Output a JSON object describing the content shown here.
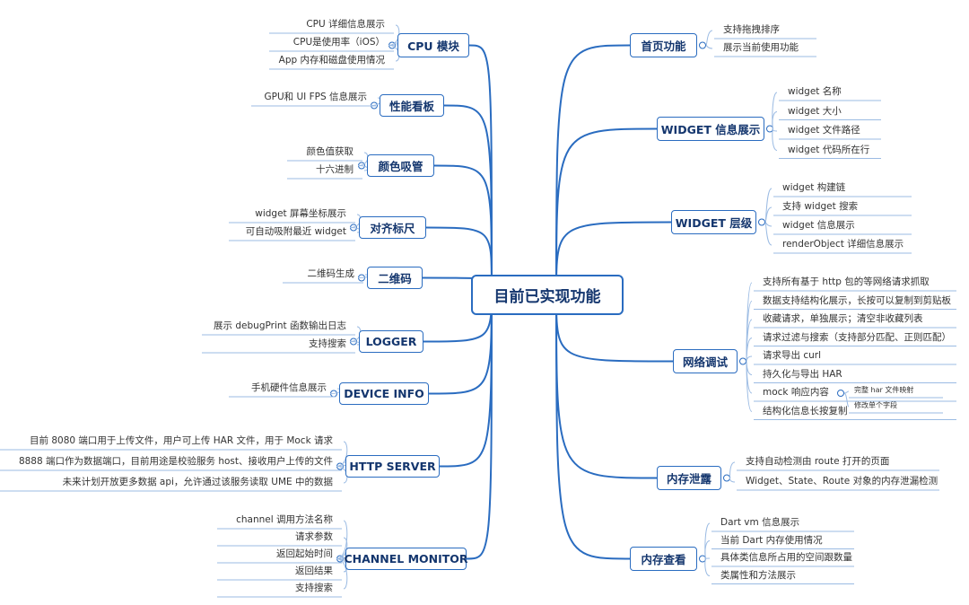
{
  "center": "目前已实现功能",
  "left_branches": [
    {
      "label": "CPU 模块",
      "items": [
        "CPU 详细信息展示",
        "CPU是使用率（iOS）",
        "App 内存和磁盘使用情况"
      ]
    },
    {
      "label": "性能看板",
      "items": [
        "GPU和 UI FPS 信息展示"
      ]
    },
    {
      "label": "颜色吸管",
      "items": [
        "颜色值获取",
        "十六进制"
      ]
    },
    {
      "label": "对齐标尺",
      "items": [
        "widget 屏幕坐标展示",
        "可自动吸附最近 widget"
      ]
    },
    {
      "label": "二维码",
      "items": [
        "二维码生成"
      ]
    },
    {
      "label": "LOGGER",
      "items": [
        "展示 debugPrint 函数输出日志",
        "支持搜索"
      ]
    },
    {
      "label": "DEVICE INFO",
      "items": [
        "手机硬件信息展示"
      ]
    },
    {
      "label": "HTTP SERVER",
      "items": [
        "目前 8080 端口用于上传文件，用户可上传 HAR 文件，用于 Mock 请求",
        "8888 端口作为数据端口，目前用途是校验服务 host、接收用户上传的文件",
        "未来计划开放更多数据 api，允许通过该服务读取 UME 中的数据"
      ]
    },
    {
      "label": "CHANNEL MONITOR",
      "items": [
        "channel 调用方法名称",
        "请求参数",
        "返回起始时间",
        "返回结果",
        "支持搜索"
      ]
    }
  ],
  "right_branches": [
    {
      "label": "首页功能",
      "items": [
        "支持拖拽排序",
        "展示当前使用功能"
      ]
    },
    {
      "label": "WIDGET 信息展示",
      "items": [
        "widget 名称",
        "widget 大小",
        "widget 文件路径",
        "widget 代码所在行"
      ]
    },
    {
      "label": "WIDGET 层级",
      "items": [
        "widget 构建链",
        "支持 widget 搜索",
        "widget 信息展示",
        "renderObject 详细信息展示"
      ]
    },
    {
      "label": "网络调试",
      "items": [
        "支持所有基于 http 包的等网络请求抓取",
        "数据支持结构化展示，长按可以复制到剪贴板",
        "收藏请求，单独展示；清空非收藏列表",
        "请求过滤与搜索（支持部分匹配、正则匹配）",
        "请求导出 curl",
        "持久化与导出 HAR",
        "mock 响应内容",
        "结构化信息长按复制"
      ],
      "mock_sub": [
        "完整 har 文件映射",
        "修改单个字段"
      ]
    },
    {
      "label": "内存泄露",
      "items": [
        "支持自动检测由 route 打开的页面",
        "Widget、State、Route 对象的内存泄漏检测"
      ]
    },
    {
      "label": "内存查看",
      "items": [
        "Dart vm 信息展示",
        "当前 Dart 内存使用情况",
        "具体类信息所占用的空间跟数量",
        "类属性和方法展示"
      ]
    }
  ],
  "colors": {
    "link": "#2a6cc0",
    "node_border": "#2a6cc0",
    "text": "#14366e",
    "leaf_line": "#9bbbe3"
  }
}
